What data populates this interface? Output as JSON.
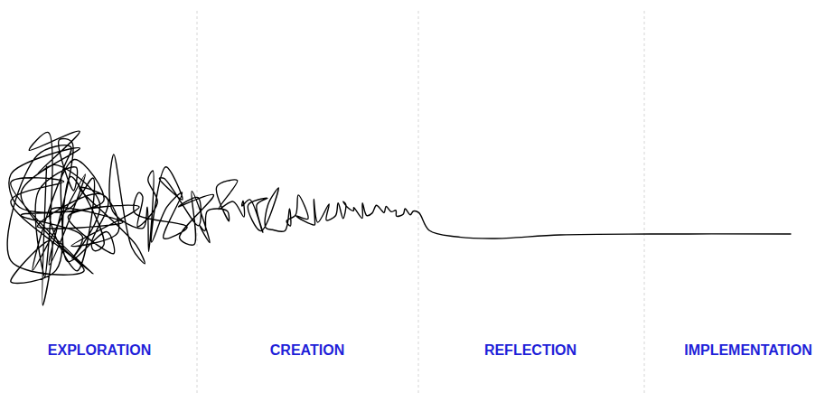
{
  "diagram": {
    "labels": [
      "EXPLORATION",
      "CREATION",
      "REFLECTION",
      "IMPLEMENTATION"
    ]
  }
}
